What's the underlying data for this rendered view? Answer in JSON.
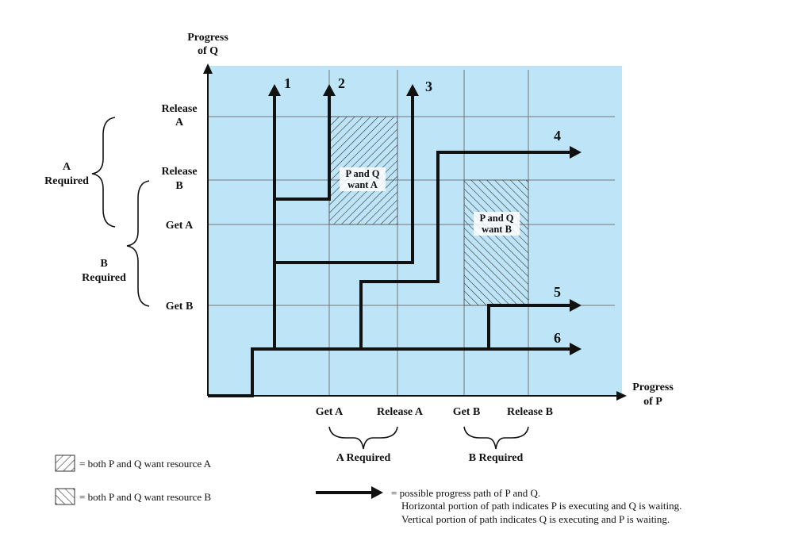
{
  "axes": {
    "y_label_line1": "Progress",
    "y_label_line2": "of Q",
    "x_label_line1": "Progress",
    "x_label_line2": "of P"
  },
  "y_ticks": {
    "release_a_1": "Release",
    "release_a_2": "A",
    "release_b_1": "Release",
    "release_b_2": "B",
    "get_a": "Get A",
    "get_b": "Get B"
  },
  "x_ticks": {
    "get_a": "Get A",
    "release_a": "Release A",
    "get_b": "Get B",
    "release_b": "Release B"
  },
  "brackets": {
    "a_required_left_1": "A",
    "a_required_left_2": "Required",
    "b_required_left_1": "B",
    "b_required_left_2": "Required",
    "a_required_bottom": "A Required",
    "b_required_bottom": "B Required"
  },
  "regions": {
    "a_line1": "P and Q",
    "a_line2": "want A",
    "b_line1": "P and Q",
    "b_line2": "want B"
  },
  "path_numbers": [
    "1",
    "2",
    "3",
    "4",
    "5",
    "6"
  ],
  "legend": {
    "hatch_a": "= both P and Q want resource A",
    "hatch_b": "= both P and Q want resource B",
    "arrow_line1": "= possible progress path of P and Q.",
    "arrow_line2": "Horizontal portion of path indicates P is executing and Q is waiting.",
    "arrow_line3": "Vertical portion of path indicates Q is executing and P is waiting."
  },
  "colors": {
    "plot_background": "#bde5f7"
  }
}
